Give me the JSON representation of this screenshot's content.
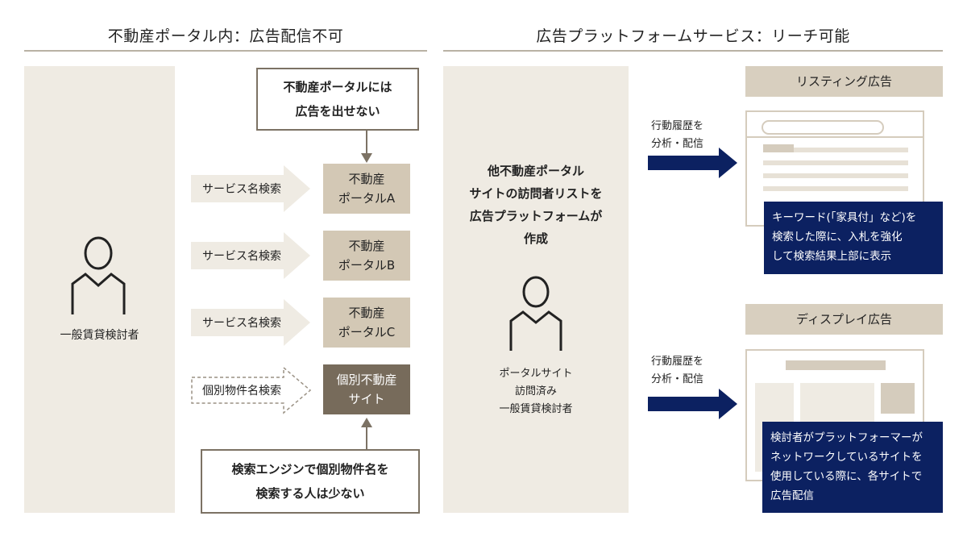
{
  "left": {
    "title": "不動産ポータル内：広告配信不可",
    "person_label": "一般賃貸検討者",
    "note_top": [
      "不動産ポータルには",
      "広告を出せない"
    ],
    "rows": [
      {
        "search": "サービス名検索",
        "target": [
          "不動産",
          "ポータルA"
        ]
      },
      {
        "search": "サービス名検索",
        "target": [
          "不動産",
          "ポータルB"
        ]
      },
      {
        "search": "サービス名検索",
        "target": [
          "不動産",
          "ポータルC"
        ]
      },
      {
        "search": "個別物件名検索",
        "target": [
          "個別不動産",
          "サイト"
        ]
      }
    ],
    "note_bottom": [
      "検索エンジンで個別物件名を",
      "検索する人は少ない"
    ]
  },
  "right": {
    "title": "広告プラットフォームサービス：リーチ可能",
    "center_text": [
      "他不動産ポータル",
      "サイトの訪問者リストを",
      "広告プラットフォームが",
      "作成"
    ],
    "person_label": [
      "ポータルサイト",
      "訪問済み",
      "一般賃貸検討者"
    ],
    "arrow_label_1": [
      "行動履歴を",
      "分析・配信"
    ],
    "arrow_label_2": [
      "行動履歴を",
      "分析・配信"
    ],
    "listing": {
      "label": "リスティング広告",
      "desc": [
        "キーワード(「家具付」など)を",
        "検索した際に、入札を強化",
        "して検索結果上部に表示"
      ]
    },
    "display": {
      "label": "ディスプレイ広告",
      "desc": [
        "検討者がプラットフォーマーが",
        "ネットワークしているサイトを",
        "使用している際に、各サイトで",
        "広告配信"
      ]
    }
  },
  "colors": {
    "panel": "#efebe3",
    "tan": "#d3c8b5",
    "dark_tan": "#776b5b",
    "navy": "#0c2161",
    "light_arrow": "#efebe3"
  }
}
